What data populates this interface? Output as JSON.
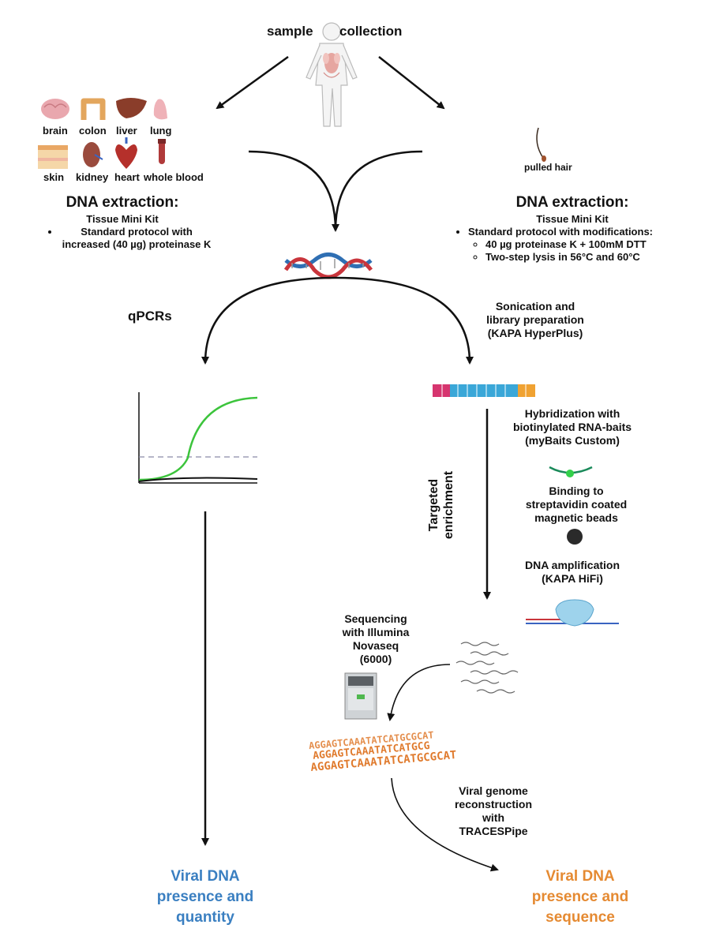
{
  "header": {
    "sample": "sample",
    "collection": "collection"
  },
  "organs": {
    "brain": "brain",
    "colon": "colon",
    "liver": "liver",
    "lung": "lung",
    "skin": "skin",
    "kidney": "kidney",
    "heart": "heart",
    "blood": "whole blood"
  },
  "hair": "pulled hair",
  "left_extraction": {
    "title": "DNA extraction:",
    "kit": "Tissue Mini Kit",
    "bullet": "Standard protocol with increased (40 µg) proteinase K"
  },
  "right_extraction": {
    "title": "DNA extraction:",
    "kit": "Tissue Mini Kit",
    "bullet": "Standard protocol with modifications:",
    "sub1": "40 µg proteinase K + 100mM DTT",
    "sub2": "Two-step lysis in 56°C and 60°C"
  },
  "qpcr": "qPCRs",
  "sonication": [
    "Sonication and",
    "library preparation",
    "(KAPA HyperPlus)"
  ],
  "hybridization": [
    "Hybridization with",
    "biotinylated RNA-baits",
    "(myBaits Custom)"
  ],
  "binding": [
    "Binding to",
    "streptavidin coated",
    "magnetic beads"
  ],
  "amplification": [
    "DNA amplification",
    "(KAPA HiFi)"
  ],
  "targeted": [
    "Targeted",
    "enrichment"
  ],
  "sequencing": [
    "Sequencing",
    "with Illumina",
    "Novaseq",
    "(6000)"
  ],
  "reconstruction": [
    "Viral genome",
    "reconstruction",
    "with",
    "TRACESPipe"
  ],
  "seq_lines": [
    "AGGAGTCAAATATCATGCGCAT",
    "AGGAGTCAAATATCATGCG",
    "AGGAGTCAAATATCATGCGCAT"
  ],
  "final_left": [
    "Viral DNA",
    "presence and",
    "quantity"
  ],
  "final_right": [
    "Viral DNA",
    "presence and",
    "sequence"
  ],
  "colors": {
    "blue_outcome": "#3a7fc1",
    "orange_outcome": "#e58a32",
    "qpcr_curve": "#3cc43c"
  }
}
